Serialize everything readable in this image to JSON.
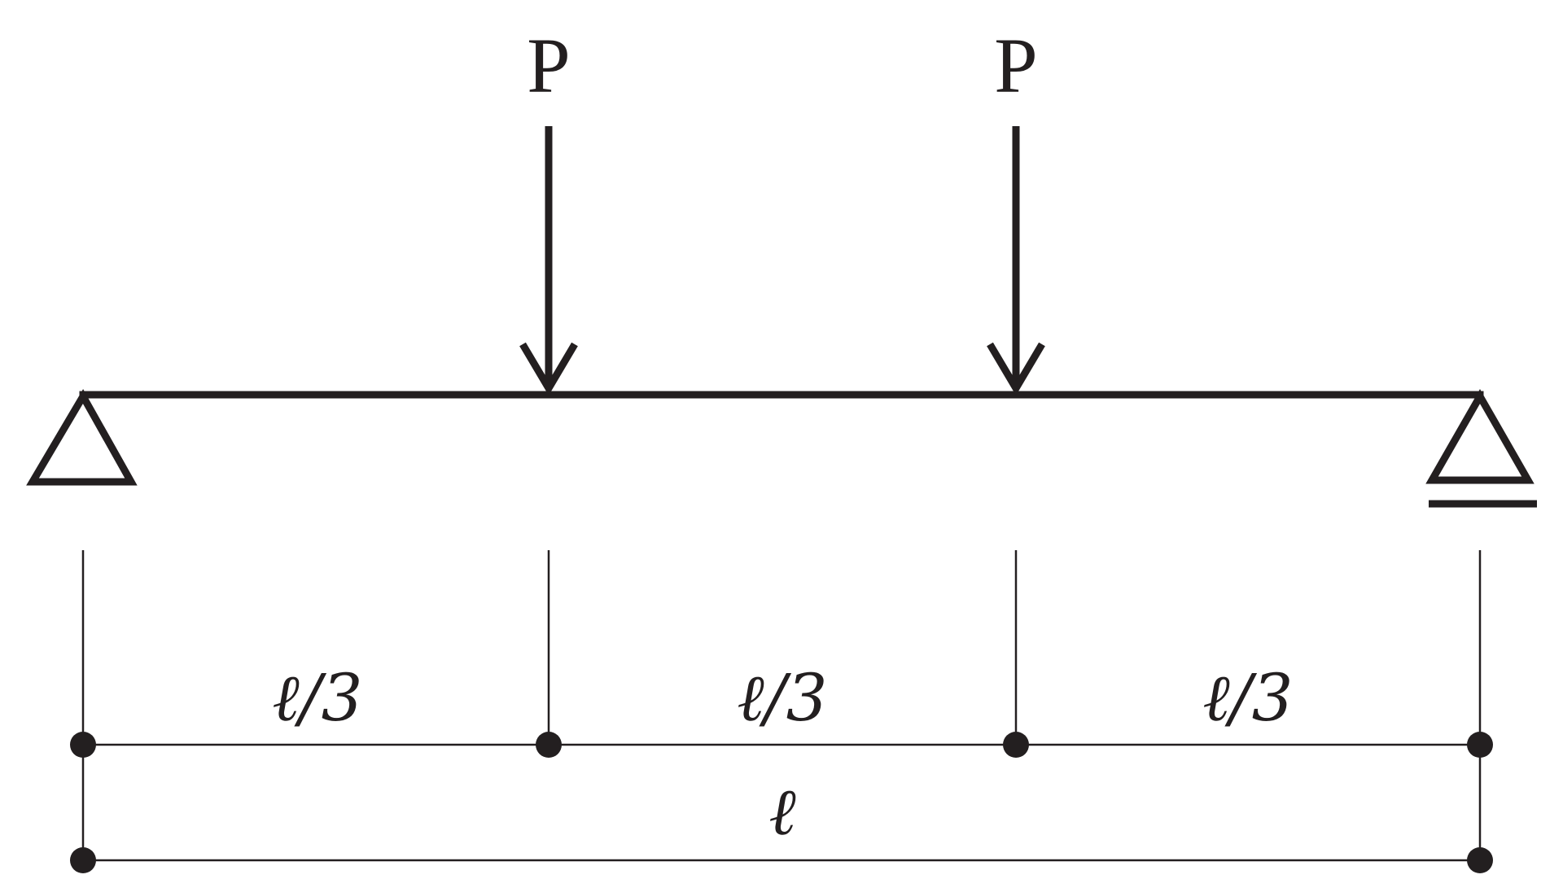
{
  "loads": [
    {
      "label": "P"
    },
    {
      "label": "P"
    }
  ],
  "segments": [
    {
      "label": "ℓ/3"
    },
    {
      "label": "ℓ/3"
    },
    {
      "label": "ℓ/3"
    }
  ],
  "overall": {
    "label": "ℓ"
  },
  "supports": {
    "left": "pin",
    "right": "roller"
  },
  "colors": {
    "ink": "#231f20",
    "background": "#ffffff"
  }
}
